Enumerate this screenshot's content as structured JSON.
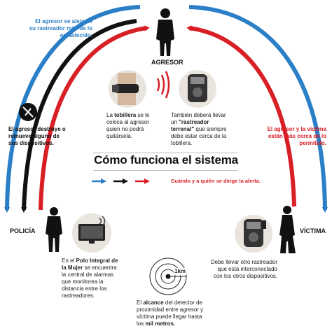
{
  "title": "Cómo funciona el sistema",
  "legend": {
    "text": "Cuándo y a quién se dirige la alerta."
  },
  "roles": {
    "agresor": "AGRESOR",
    "policia": "POLICÍA",
    "victima": "VÍCTIMA"
  },
  "alerts": {
    "blue": "El agresor se aleja de su rastreador más de lo establecido.",
    "black": "El agresor destruye o remueve alguno de sus dispositivos.",
    "red": "El agresor y la víctima están más cerca de lo permitido."
  },
  "notes": {
    "tobillera": {
      "b": "tobillera",
      "pre": "La ",
      "post": " se le coloca al agresor quien no podrá quitársela."
    },
    "rastreador": {
      "pre": "También deberá llevar un ",
      "b": "\"rastreador terrenal\"",
      "post": " que siempre debe estar cerca de la tobillera."
    },
    "policia": {
      "pre": "En el ",
      "b": "Polo Integral de la Mujer",
      "post": " se encuentra la central de alarmas que monitorea la distancia entre los rastreadores."
    },
    "victima": "Debe llevar otro rastreador que está interconectado con los otros dispositivos.",
    "alcance": {
      "pre": "El ",
      "b": "alcance",
      "mid": " del detector de proximidad entre agresor y víctima puede llegar hasta los ",
      "b2": "mil metros.",
      "post": ""
    }
  },
  "scale_label": "1km",
  "colors": {
    "blue": "#2a7fc7",
    "red": "#d81f26",
    "black": "#111111"
  },
  "icons": [
    "person-agresor-icon",
    "ankle-monitor-icon",
    "signal-waves-icon",
    "tracker-device-icon",
    "broken-device-icon",
    "person-policia-icon",
    "monitor-icon",
    "person-victima-icon",
    "proximity-rings-icon"
  ]
}
